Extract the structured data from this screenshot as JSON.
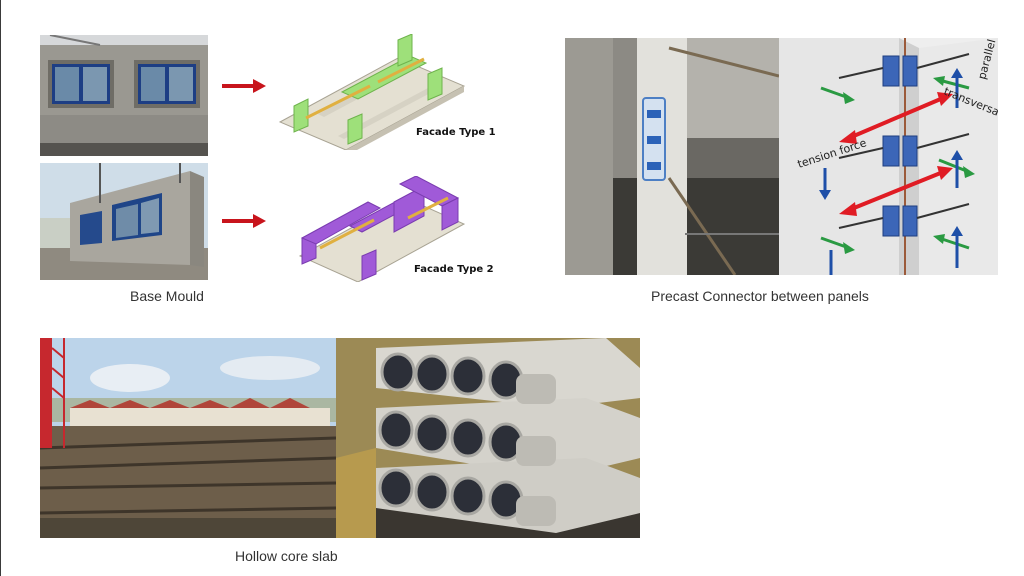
{
  "base_mould": {
    "caption": "Base Mould",
    "facade_1_label": "Facade Type 1",
    "facade_2_label": "Facade Type 2"
  },
  "connector": {
    "caption": "Precast Connector between panels",
    "labels": {
      "parallel_shear": "parallel shear",
      "transversal_shear": "transversal shear",
      "tension_force": "tension force"
    }
  },
  "hollow_core": {
    "caption": "Hollow core slab"
  },
  "colors": {
    "arrow_red": "#c8141c",
    "facade_green": "#9ee07a",
    "facade_purple": "#a05ad8",
    "concrete": "#ded8c8",
    "sky": "#bcd4ea",
    "roof_red": "#b0453a"
  }
}
